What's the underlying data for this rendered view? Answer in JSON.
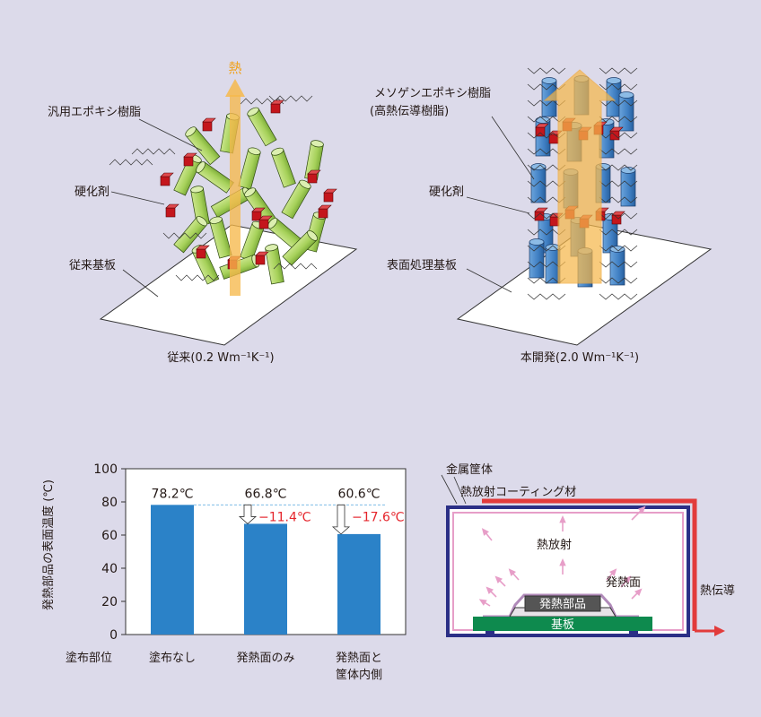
{
  "colors": {
    "background": "#dcdaea",
    "green_resin": "#a6d15a",
    "blue_resin": "#3f7fc3",
    "curing_agent": "#c4161c",
    "heat_arrow": "#f6b84c",
    "bar": "#2b82c8",
    "diff_red": "#e5242b",
    "case_red": "#e23b3b",
    "case_navy": "#2b2f86",
    "coating_pink": "#e79ec8",
    "substrate_green": "#0e8a4e"
  },
  "top_left": {
    "heat_label": "熱",
    "resin_label": "汎用エポキシ樹脂",
    "curing_label": "硬化剤",
    "substrate_label": "従来基板",
    "caption": "従来(0.2 Wm⁻¹K⁻¹)"
  },
  "top_right": {
    "resin_label_1": "メソゲンエポキシ樹脂",
    "resin_label_2": "(高熱伝導樹脂)",
    "curing_label": "硬化剤",
    "substrate_label": "表面処理基板",
    "caption": "本開発(2.0 Wm⁻¹K⁻¹)"
  },
  "chart_data": {
    "type": "bar",
    "categories": [
      "塗布なし",
      "発熱面のみ",
      "発熱面と\n筐体内側"
    ],
    "category_lines": [
      [
        "塗布なし"
      ],
      [
        "発熱面のみ"
      ],
      [
        "発熱面と",
        "筐体内側"
      ]
    ],
    "values": [
      78.2,
      66.8,
      60.6
    ],
    "value_labels": [
      "78.2℃",
      "66.8℃",
      "60.6℃"
    ],
    "diff_labels": [
      "",
      "−11.4℃",
      "−17.6℃"
    ],
    "ylabel": "発熱部品の表面温度 (℃)",
    "xlabel": "塗布部位",
    "ylim": [
      0,
      100
    ],
    "yticks": [
      0,
      20,
      40,
      60,
      80,
      100
    ],
    "grid": false
  },
  "schematic": {
    "case_label": "金属筐体",
    "coating_label": "熱放射コーティング材",
    "radiation_label": "熱放射",
    "surface_label": "発熱面",
    "conduction_label": "熱伝導",
    "component_label": "発熱部品",
    "substrate_label": "基板"
  }
}
